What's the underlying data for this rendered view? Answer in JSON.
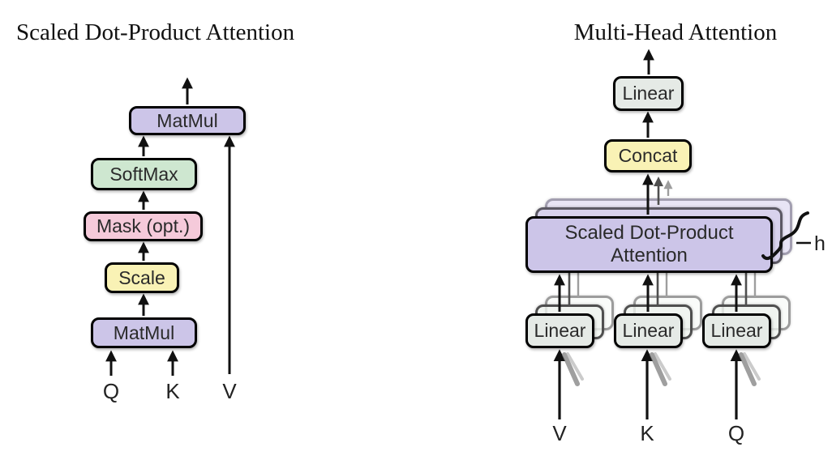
{
  "left_panel": {
    "title": "Scaled Dot-Product Attention",
    "matmul_top": "MatMul",
    "softmax": "SoftMax",
    "mask": "Mask (opt.)",
    "scale": "Scale",
    "matmul_bottom": "MatMul",
    "input_q": "Q",
    "input_k": "K",
    "input_v": "V"
  },
  "right_panel": {
    "title": "Multi-Head Attention",
    "linear_out": "Linear",
    "concat": "Concat",
    "attention_line1": "Scaled Dot-Product",
    "attention_line2": "Attention",
    "linear_v": "Linear",
    "linear_k": "Linear",
    "linear_q": "Linear",
    "heads_count_label": "h",
    "input_v": "V",
    "input_k": "K",
    "input_q": "Q"
  },
  "colors": {
    "matmul_purple": "#ccc5e8",
    "softmax_green": "#cee7d0",
    "mask_pink": "#f5cada",
    "scale_yellow": "#f9f2b5",
    "linear_gray_green": "#e5eae6",
    "box_border": "#000000",
    "arrow_black": "#111111",
    "arrow_dark_gray": "#4f4f4f",
    "arrow_light_gray": "#9e9e9e"
  }
}
